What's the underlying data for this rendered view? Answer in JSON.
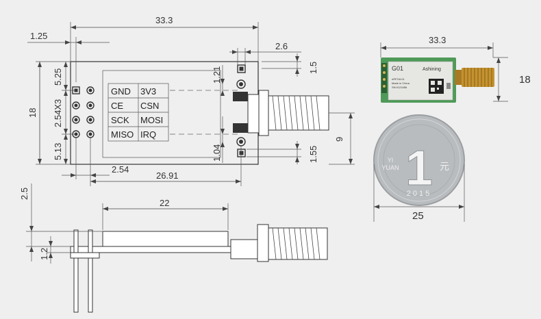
{
  "top_view": {
    "dims": {
      "width": "33.3",
      "pin_offset": "1.25",
      "ant_width": "2.6",
      "top_offset": "1.5",
      "top_margin": "5.25",
      "height": "18",
      "pin_pitch": "2.54X3",
      "bottom_margin": "5.13",
      "pad_offset_top": "1.21",
      "pad_offset_bottom": "1.04",
      "bottom_offset": "1.55",
      "ant_height": "9",
      "pitch": "2.54",
      "pin_to_ant": "26.91"
    },
    "pin_table": [
      [
        "GND",
        "3V3"
      ],
      [
        "CE",
        "CSN"
      ],
      [
        "SCK",
        "MOSI"
      ],
      [
        "MISO",
        "IRQ"
      ]
    ]
  },
  "side_view": {
    "dims": {
      "thickness": "2.5",
      "shield_length": "22",
      "pcb_thickness": "1.2"
    }
  },
  "module_photo": {
    "width": "33.3",
    "height": "18",
    "model": "G01",
    "brand": "Ashining",
    "label_line1": "nRF24L01",
    "label_line2": "Made in China",
    "label_line3": "SN:0123456"
  },
  "coin": {
    "denomination": "1",
    "currency_cn": "元",
    "currency_en_1": "YI",
    "currency_en_2": "YUAN",
    "year": "2015",
    "diameter": "25"
  },
  "colors": {
    "background": "#efefef",
    "pcb_green": "#4f9a58",
    "antenna_gold": "#c4932f",
    "coin_silver": "#b9bcbf"
  }
}
